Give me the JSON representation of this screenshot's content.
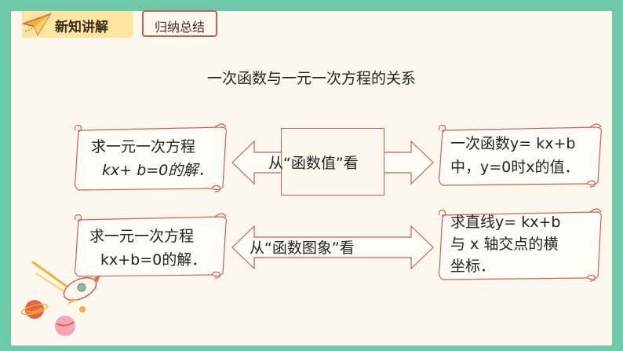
{
  "header": {
    "section_label": "新知讲解",
    "subsection_label": "归纳总结"
  },
  "title": "一次函数与一元一次方程的关系",
  "rows": [
    {
      "left_line1": "求一元一次方程",
      "left_line2": "kx+ b=0的解．",
      "arrow_label": "从“函数值”看",
      "right_lines": [
        "一次函数y= kx+b",
        "中，y=0时x的值．"
      ]
    },
    {
      "left_line1": "求一元一次方程",
      "left_line2": "kx+b=0的解．",
      "arrow_label": "从“函数图象”看",
      "right_lines": [
        "求直线y= kx+b",
        "与 x 轴交点的横",
        "坐标．"
      ]
    }
  ],
  "colors": {
    "frame": "#6ec9a8",
    "slide_bg": "#fdf8ee",
    "scroll_stroke": "#c8605a",
    "tag_main_bg": "#fde4a0"
  },
  "icons": [
    "paper-plane-icon",
    "rocket-icon",
    "planet-icon"
  ]
}
